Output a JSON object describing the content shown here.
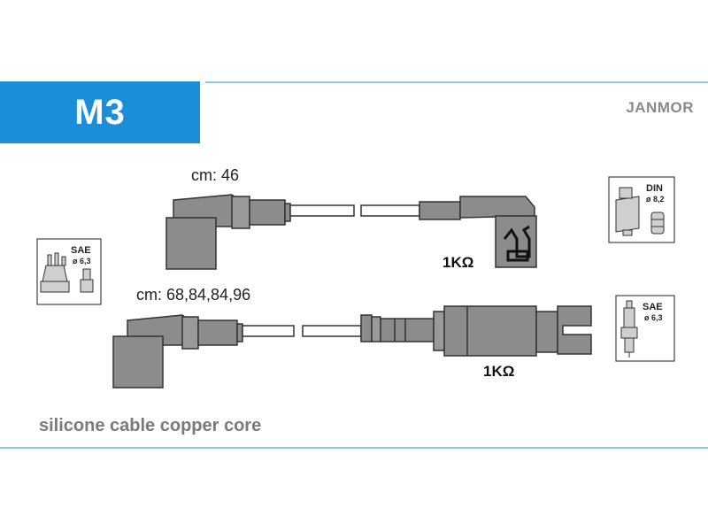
{
  "header": {
    "code": "M3",
    "brand": "JANMOR"
  },
  "lead_1": {
    "length_label": "cm: 46",
    "resistance": "1KΩ"
  },
  "lead_2": {
    "length_label": "cm: 68,84,84,96",
    "resistance": "1KΩ"
  },
  "badges": {
    "distributor": {
      "standard": "SAE",
      "diameter": "ø 6,3"
    },
    "coil": {
      "standard": "DIN",
      "diameter": "ø 8,2"
    },
    "spark_plug": {
      "standard": "SAE",
      "diameter": "ø 6,3"
    }
  },
  "caption": "silicone cable copper core",
  "colors": {
    "accent_blue": "#1a8ed8",
    "rule_light_blue": "#8fc9e8",
    "boot_gray": "#8c8c8c",
    "brand_gray": "#8a8a8a"
  }
}
